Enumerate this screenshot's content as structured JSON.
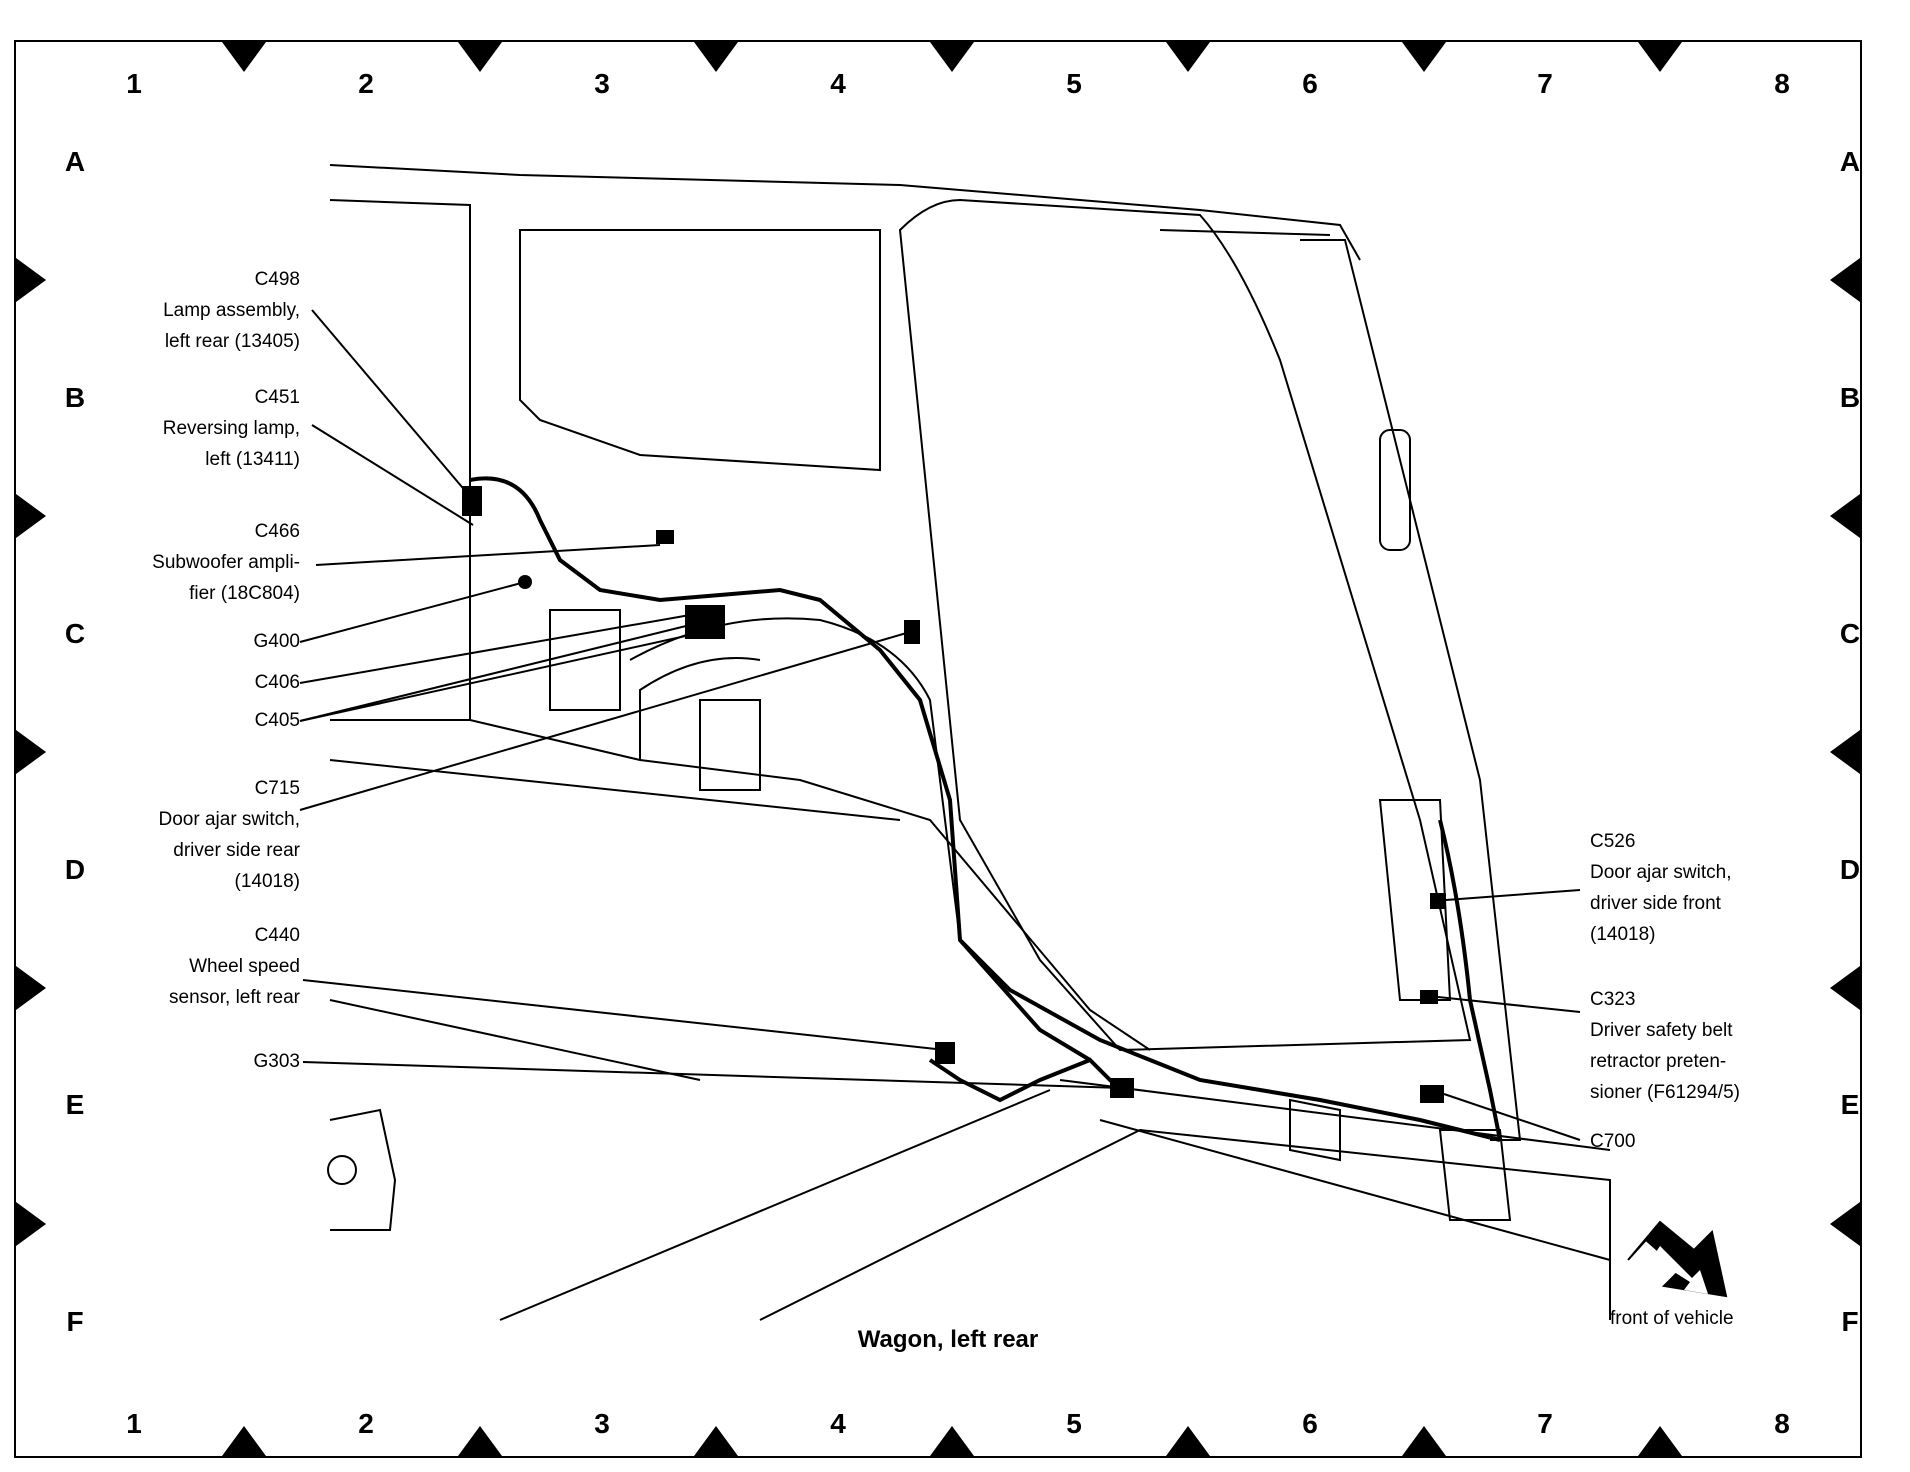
{
  "grid": {
    "columns": [
      "1",
      "2",
      "3",
      "4",
      "5",
      "6",
      "7",
      "8"
    ],
    "rows": [
      "A",
      "B",
      "C",
      "D",
      "E",
      "F"
    ]
  },
  "callouts": {
    "c498": {
      "id": "C498",
      "line1": "Lamp assembly,",
      "line2": "left rear (13405)"
    },
    "c451": {
      "id": "C451",
      "line1": "Reversing lamp,",
      "line2": "left (13411)"
    },
    "c466": {
      "id": "C466",
      "line1": "Subwoofer ampli-",
      "line2": "fier (18C804)"
    },
    "g400": {
      "id": "G400"
    },
    "c406": {
      "id": "C406"
    },
    "c405": {
      "id": "C405"
    },
    "c715": {
      "id": "C715",
      "line1": "Door ajar switch,",
      "line2": "driver side rear",
      "line3": "(14018)"
    },
    "c440": {
      "id": "C440",
      "line1": "Wheel speed",
      "line2": "sensor, left rear"
    },
    "g303": {
      "id": "G303"
    },
    "c526": {
      "id": "C526",
      "line1": "Door ajar switch,",
      "line2": "driver side front",
      "line3": "(14018)"
    },
    "c323": {
      "id": "C323",
      "line1": "Driver safety belt",
      "line2": "retractor preten-",
      "line3": "sioner (F61294/5)"
    },
    "c700": {
      "id": "C700"
    }
  },
  "caption": "Wagon, left rear",
  "orientation_label": "front of vehicle"
}
